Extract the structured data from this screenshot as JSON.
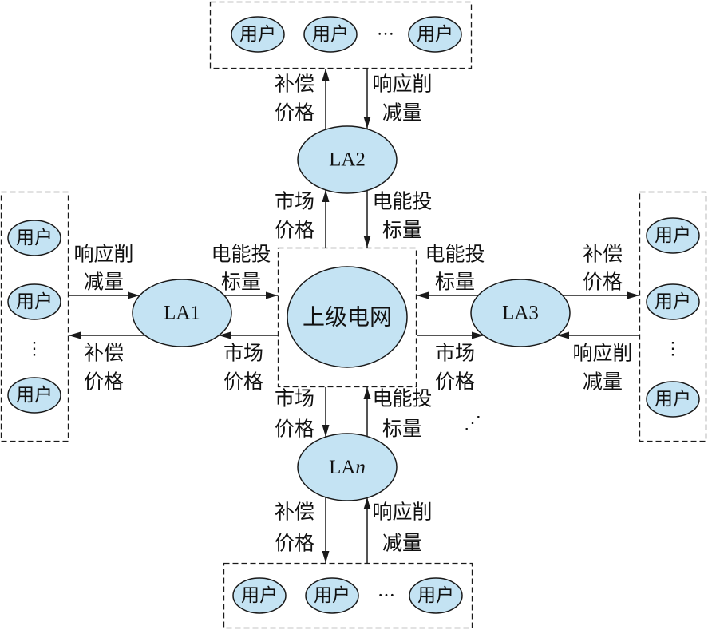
{
  "colors": {
    "node_fill": "#c4e3f3",
    "stroke": "#1a1a1a",
    "text": "#111111"
  },
  "grid": {
    "label": "上级电网"
  },
  "aggregators": {
    "la1": "LA1",
    "la2": "LA2",
    "la3": "LA3",
    "lan": {
      "prefix": "LA",
      "italic_suffix": "n"
    },
    "more": "⋰"
  },
  "user_groups": {
    "top": {
      "users": [
        "用户",
        "用户",
        "用户"
      ],
      "ellipsis": "…"
    },
    "left": {
      "users": [
        "用户",
        "用户",
        "用户"
      ],
      "ellipsis": "⋮"
    },
    "right": {
      "users": [
        "用户",
        "用户",
        "用户"
      ],
      "ellipsis": "⋮"
    },
    "bottom": {
      "users": [
        "用户",
        "用户",
        "用户"
      ],
      "ellipsis": "…"
    }
  },
  "flows": {
    "la2_to_users": [
      "补偿",
      "价格"
    ],
    "users_to_la2": [
      "响应削",
      "减量"
    ],
    "grid_to_la2": [
      "市场",
      "价格"
    ],
    "la2_to_grid": [
      "电能投",
      "标量"
    ],
    "users_to_la1": [
      "响应削",
      "减量"
    ],
    "la1_to_users": [
      "补偿",
      "价格"
    ],
    "la1_to_grid": [
      "电能投",
      "标量"
    ],
    "grid_to_la1": [
      "市场",
      "价格"
    ],
    "la3_to_grid": [
      "电能投",
      "标量"
    ],
    "grid_to_la3": [
      "市场",
      "价格"
    ],
    "la3_to_users": [
      "补偿",
      "价格"
    ],
    "users_to_la3": [
      "响应削",
      "减量"
    ],
    "grid_to_lan": [
      "市场",
      "价格"
    ],
    "lan_to_grid": [
      "电能投",
      "标量"
    ],
    "lan_to_users": [
      "补偿",
      "价格"
    ],
    "users_to_lan": [
      "响应削",
      "减量"
    ]
  }
}
